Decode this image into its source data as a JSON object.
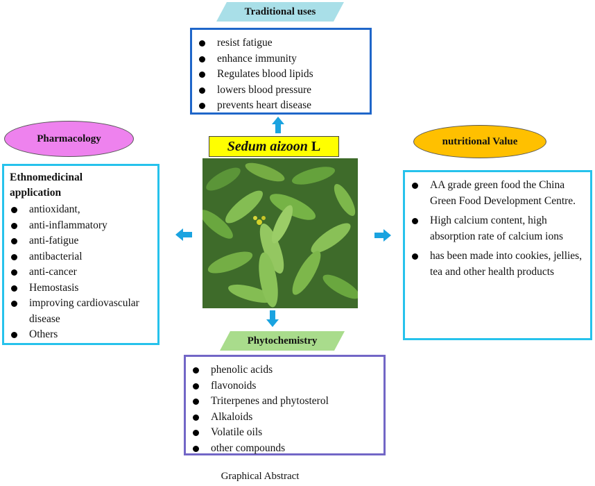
{
  "traditional": {
    "label": "Traditional uses",
    "items": [
      "resist fatigue",
      "enhance immunity",
      "Regulates blood lipids",
      "lowers blood pressure",
      "prevents heart disease"
    ]
  },
  "title": {
    "latin": "Sedum aizoon",
    "suffix": " L"
  },
  "pharmacology": {
    "label": "Pharmacology",
    "heading": "Ethnomedicinal application",
    "items": [
      "antioxidant,",
      "anti-inflammatory",
      "anti-fatigue",
      "antibacterial",
      "anti-cancer",
      "Hemostasis",
      "improving cardiovascular disease",
      "Others"
    ]
  },
  "nutrition": {
    "label": "nutritional Value",
    "items": [
      "AA grade green food the China Green Food Development Centre.",
      "High calcium content, high absorption rate of calcium ions",
      "has been made into cookies, jellies,  tea and other health products"
    ]
  },
  "phytochemistry": {
    "label": "Phytochemistry",
    "items": [
      "phenolic acids",
      "flavonoids",
      "Triterpenes and phytosterol",
      "Alkaloids",
      "Volatile  oils",
      "other compounds"
    ]
  },
  "caption": "Graphical Abstract",
  "colors": {
    "traditional_banner": "#a9dfe8",
    "phyto_banner": "#a9dc8c",
    "pharm_ellipse": "#ee82ee",
    "nutri_ellipse": "#ffc000",
    "arrow": "#1aa3e0",
    "title_bg": "#ffff00"
  },
  "icons": {
    "arrows": "arrow-icon",
    "photo": "plant-photo"
  }
}
